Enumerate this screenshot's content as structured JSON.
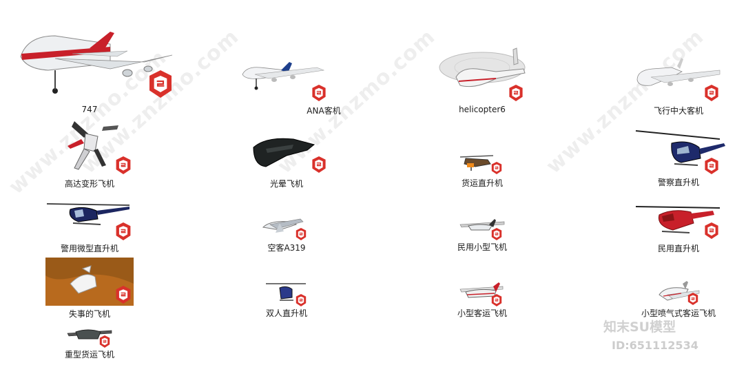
{
  "items": [
    {
      "label": "747",
      "icon": "jumbo-jet-icon"
    },
    {
      "label": "ANA客机",
      "icon": "airliner-icon"
    },
    {
      "label": "helicopter6",
      "icon": "wireframe-helicopter-icon"
    },
    {
      "label": "飞行中大客机",
      "icon": "large-airliner-icon"
    },
    {
      "label": "高达变形飞机",
      "icon": "transforming-mecha-icon"
    },
    {
      "label": "光晕飞机",
      "icon": "dark-gunship-icon"
    },
    {
      "label": "货运直升机",
      "icon": "cargo-helicopter-icon"
    },
    {
      "label": "警察直升机",
      "icon": "police-helicopter-icon"
    },
    {
      "label": "警用微型直升机",
      "icon": "mini-police-helicopter-icon"
    },
    {
      "label": "空客A319",
      "icon": "a319-icon"
    },
    {
      "label": "民用小型飞机",
      "icon": "light-aircraft-icon"
    },
    {
      "label": "民用直升机",
      "icon": "civil-helicopter-icon"
    },
    {
      "label": "失事的飞机",
      "icon": "crashed-plane-icon"
    },
    {
      "label": "双人直升机",
      "icon": "two-seat-helicopter-icon"
    },
    {
      "label": "小型客运飞机",
      "icon": "small-passenger-plane-icon"
    },
    {
      "label": "小型喷气式客运飞机",
      "icon": "small-jet-icon"
    },
    {
      "label": "重型货运飞机",
      "icon": "heavy-cargo-plane-icon"
    }
  ],
  "watermark": {
    "site": "www.znzmo.com",
    "brand_text": "知末SU模型",
    "id_text": "ID:651112534"
  },
  "colors": {
    "sketchup_red": "#d9312b",
    "label": "#1a1a1a"
  }
}
